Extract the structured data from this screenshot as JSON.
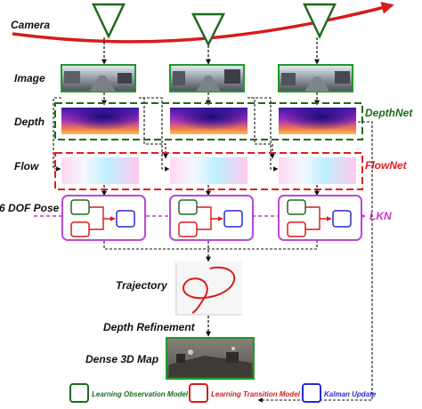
{
  "labels": {
    "camera": "Camera",
    "image": "Image",
    "depth": "Depth",
    "flow": "Flow",
    "pose": "6 DOF Pose",
    "trajectory": "Trajectory",
    "refinement": "Depth Refinement",
    "dense_map": "Dense 3D Map"
  },
  "networks": {
    "depthnet": "DepthNet",
    "flownet": "FlowNet",
    "lkn": "LKN"
  },
  "legend": [
    {
      "label": "Learning Observation Model",
      "color": "#1e6b1e"
    },
    {
      "label": "Learning Transition Model",
      "color": "#d81b1b"
    },
    {
      "label": "Kalman Update",
      "color": "#2a2ad0"
    }
  ],
  "colors": {
    "camera_arrow": "#d81b1b",
    "camera_icon": "#1e6b1e",
    "depthnet": "#1e6b1e",
    "flownet": "#e01f1f",
    "lkn": "#cc33cc",
    "pose_box": "#b84bd6",
    "observation": "#1e6b1e",
    "transition": "#d81b1b",
    "kalman": "#2a2ad0"
  }
}
